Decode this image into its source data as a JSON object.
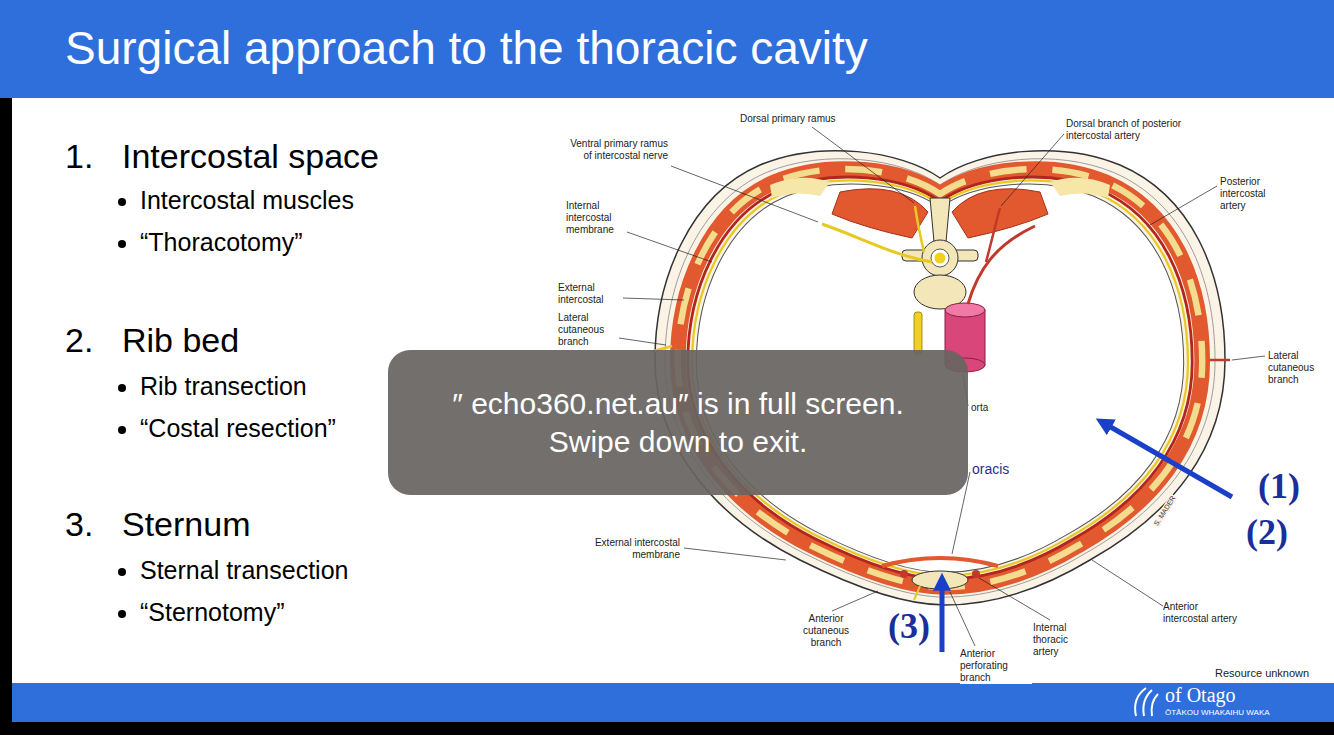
{
  "diagram": {
    "title": "Surgical approach to the thoracic cavity",
    "nodes": [
      {
        "text": [
          "″ echo360.net.au″ is in full screen. Swipe down to exit."
        ]
      }
    ],
    "labels": [
      "1.",
      "Intercostal space",
      "Intercostal muscles",
      "“Thoracotomy”",
      "2.",
      "Rib bed",
      "Rib transection",
      "“Costal resection”",
      "3.",
      "Sternum",
      "Sternal transection",
      "“Sternotomy”",
      "Dorsal primary ramus",
      "Dorsal branch of posterior intercostal artery",
      "Ventral primary ramus of intercostal nerve",
      "Posterior intercostal artery",
      "Internal intercostal membrane",
      "External intercostal",
      "Lateral cutaneous branch",
      "Lateral cutaneous branch",
      "orta",
      "oracis",
      "(1)",
      "(2)",
      "External intercostal membrane",
      "(3)",
      "S. MADER",
      "Anterior cutaneous branch",
      "Anterior intercostal artery",
      "Internal thoracic artery",
      "Anterior perforating branch",
      "of Otago",
      "Resource unknown",
      "ŌTĀKOU WHAKAIHU WAKA"
    ]
  }
}
